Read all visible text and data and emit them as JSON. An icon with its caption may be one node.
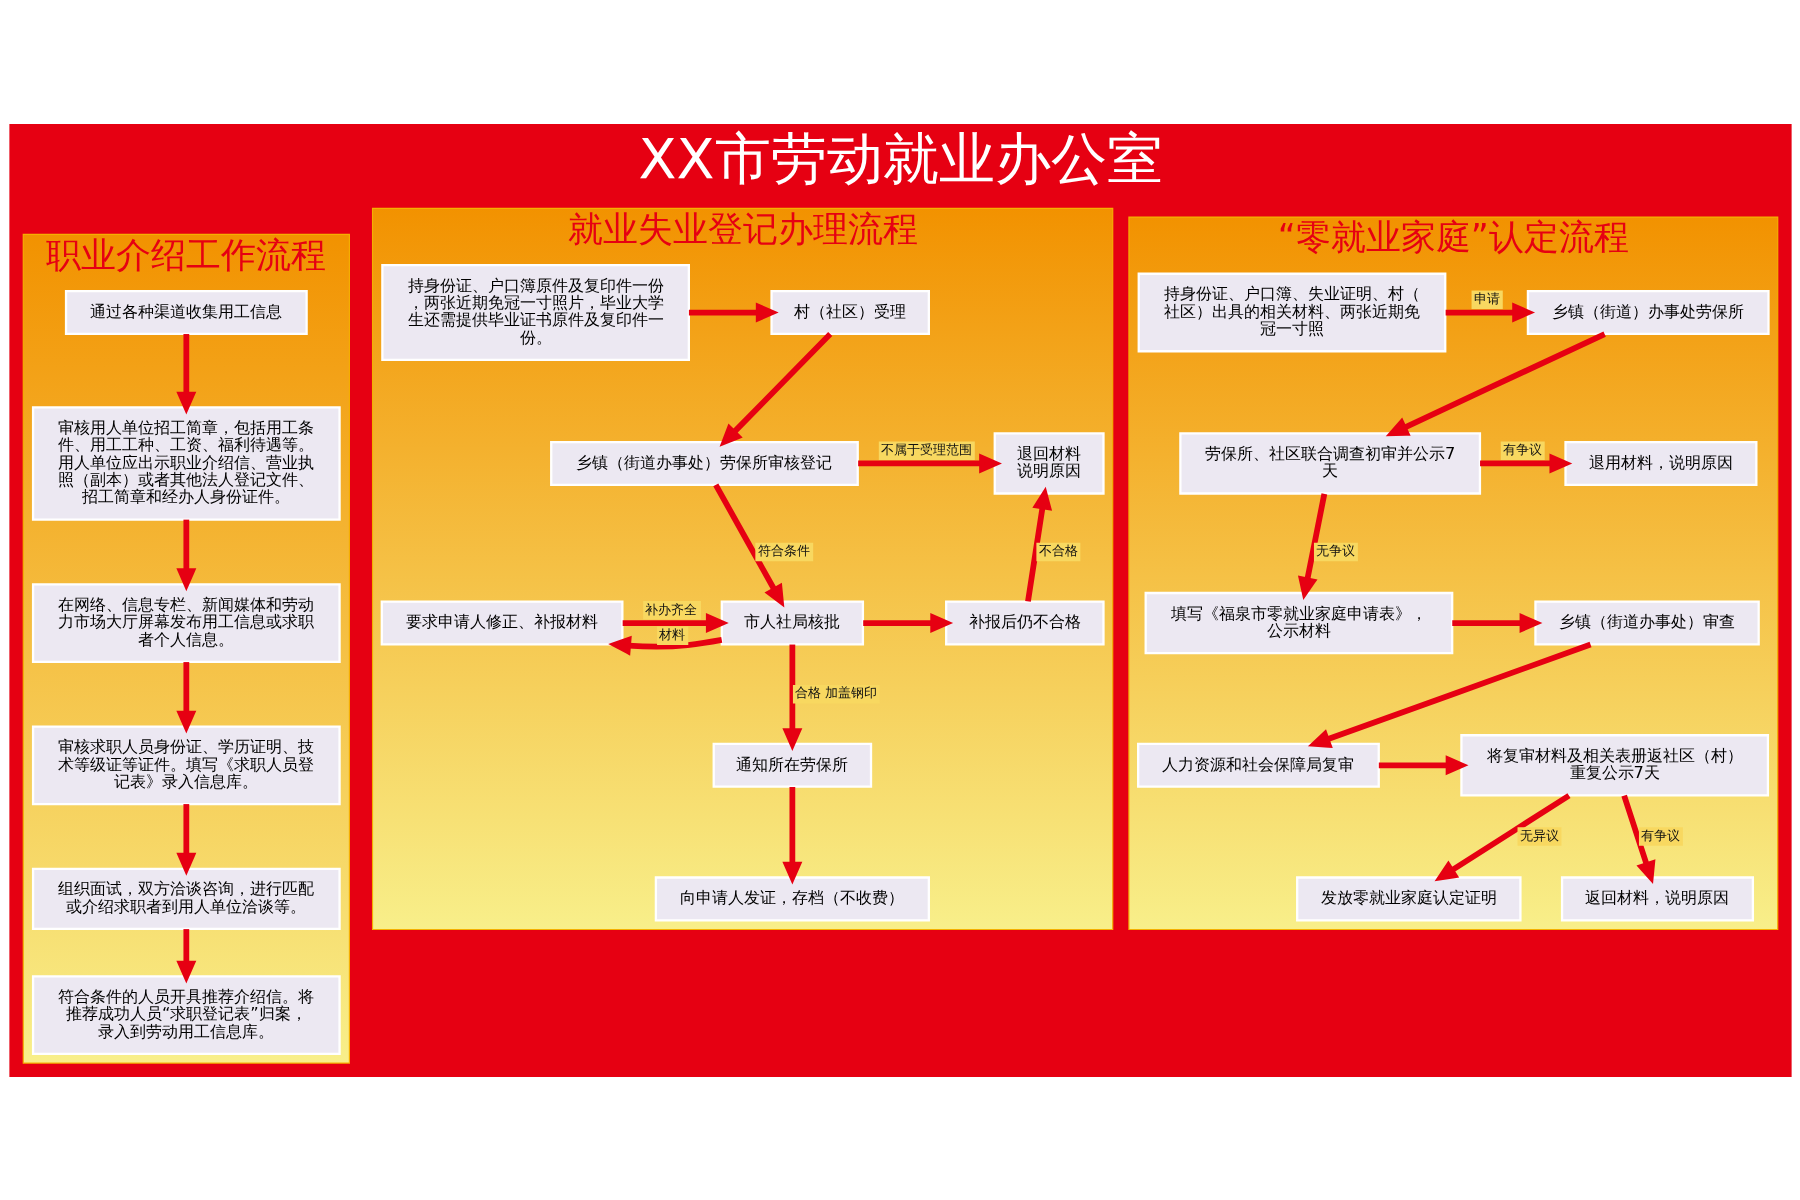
{
  "diagram": {
    "title": "XX市劳动就业办公室",
    "nodes": [
      {
        "text": [
          "职业介绍工作流程"
        ]
      },
      {
        "text": [
          "通过各种渠道收集用工信息"
        ],
        "in": 0
      },
      {
        "text": [
          "审核用人单位招工简章，包括用工条件、用工工种、工资、福利待遇等。用人单位应出示职业介绍信、营业执照（副本）或者其他法人登记文件、招工简章和经办人身份证件。"
        ],
        "in": 0
      },
      {
        "text": [
          "在网络、信息专栏、新闻媒体和劳动力市场大厅屏幕发布用工信息或求职者个人信息。"
        ],
        "in": 0
      },
      {
        "text": [
          "审核求职人员身份证、学历证明、技术等级证等证件。填写《求职人员登记表》录入信息库。"
        ],
        "in": 0
      },
      {
        "text": [
          "组织面试，双方洽谈咨询，进行匹配或介绍求职者到用人单位洽谈等。"
        ],
        "in": 0
      },
      {
        "text": [
          "符合条件的人员开具推荐介绍信。将推荐成功人员“求职登记表”归案，录入到劳动用工信息库。"
        ],
        "in": 0
      },
      {
        "text": [
          "就业失业登记办理流程"
        ]
      },
      {
        "text": [
          "村（社区）受理"
        ],
        "in": 7
      },
      {
        "text": [
          "持身份证、户口簿原件及复印件一份，两张近期免冠一寸照片，毕业大学生还需提供毕业证书原件及复印件一份。"
        ],
        "in": 7
      },
      {
        "text": [
          "乡镇（街道办事处）劳保所审核登记"
        ],
        "in": 7
      },
      {
        "text": [
          "退回材料",
          "说明原因"
        ],
        "in": 7
      },
      {
        "text": [
          "要求申请人修正、补报材料"
        ],
        "in": 7
      },
      {
        "text": [
          "市人社局核批"
        ],
        "in": 7
      },
      {
        "text": [
          "补报后仍不合格"
        ],
        "in": 7
      },
      {
        "text": [
          "通知所在劳保所"
        ],
        "in": 7
      },
      {
        "text": [
          "向申请人发证，存档（不收费）"
        ],
        "in": 7
      },
      {
        "text": [
          "“零就业家庭”认定流程"
        ]
      },
      {
        "text": [
          "乡镇（街道）办事处劳保所"
        ],
        "in": 17
      },
      {
        "text": [
          "持身份证、户口簿、失业证明、村（社区）出具的相关材料、两张近期免冠一寸照"
        ],
        "in": 17
      },
      {
        "text": [
          "劳保所、社区联合调查初审并公示7天"
        ],
        "in": 17
      },
      {
        "text": [
          "退用材料，说明原因"
        ],
        "in": 17
      },
      {
        "text": [
          "填写《福泉市零就业家庭申请表》，公示材料"
        ],
        "in": 17
      },
      {
        "text": [
          "乡镇（街道办事处）审查"
        ],
        "in": 17
      },
      {
        "text": [
          "人力资源和社会保障局复审"
        ],
        "in": 17
      },
      {
        "text": [
          "将复审材料及相关表册返社区（村）重复公示7天"
        ],
        "in": 17
      },
      {
        "text": [
          "发放零就业家庭认定证明"
        ],
        "in": 17
      },
      {
        "text": [
          "返回材料，说明原因"
        ],
        "in": 17
      }
    ],
    "edges": [
      {
        "from": 1,
        "to": 2,
        "arrow": "to"
      },
      {
        "from": 2,
        "to": 3,
        "arrow": "to"
      },
      {
        "from": 3,
        "to": 4,
        "arrow": "to"
      },
      {
        "from": 4,
        "to": 5,
        "arrow": "to"
      },
      {
        "from": 5,
        "to": 6,
        "arrow": "to"
      },
      {
        "from": 9,
        "to": 8,
        "arrow": "to"
      },
      {
        "from": 8,
        "to": 10,
        "arrow": "to"
      },
      {
        "from": 10,
        "to": 11,
        "arrow": "to",
        "label": "不属于受理范围"
      },
      {
        "from": 10,
        "to": 13,
        "arrow": "to",
        "label": "符合条件"
      },
      {
        "from": 13,
        "to": 12,
        "arrow": "to",
        "label": "材料"
      },
      {
        "from": 12,
        "to": 13,
        "arrow": "to",
        "label": "补办齐全"
      },
      {
        "from": 13,
        "to": 14,
        "arrow": "to"
      },
      {
        "from": 14,
        "to": 11,
        "arrow": "to",
        "label": "不合格"
      },
      {
        "from": 13,
        "to": 15,
        "arrow": "to",
        "label": "合格 加盖钢印"
      },
      {
        "from": 15,
        "to": 16,
        "arrow": "to"
      },
      {
        "from": 19,
        "to": 18,
        "arrow": "to",
        "label": "申请"
      },
      {
        "from": 18,
        "to": 20,
        "arrow": "to"
      },
      {
        "from": 20,
        "to": 21,
        "arrow": "to",
        "label": "有争议"
      },
      {
        "from": 20,
        "to": 22,
        "arrow": "to",
        "label": "无争议"
      },
      {
        "from": 22,
        "to": 23,
        "arrow": "to"
      },
      {
        "from": 23,
        "to": 24,
        "arrow": "to"
      },
      {
        "from": 24,
        "to": 25,
        "arrow": "to"
      },
      {
        "from": 25,
        "to": 26,
        "arrow": "to",
        "label": "无异议"
      },
      {
        "from": 25,
        "to": 27,
        "arrow": "to",
        "label": "有争议"
      }
    ]
  }
}
